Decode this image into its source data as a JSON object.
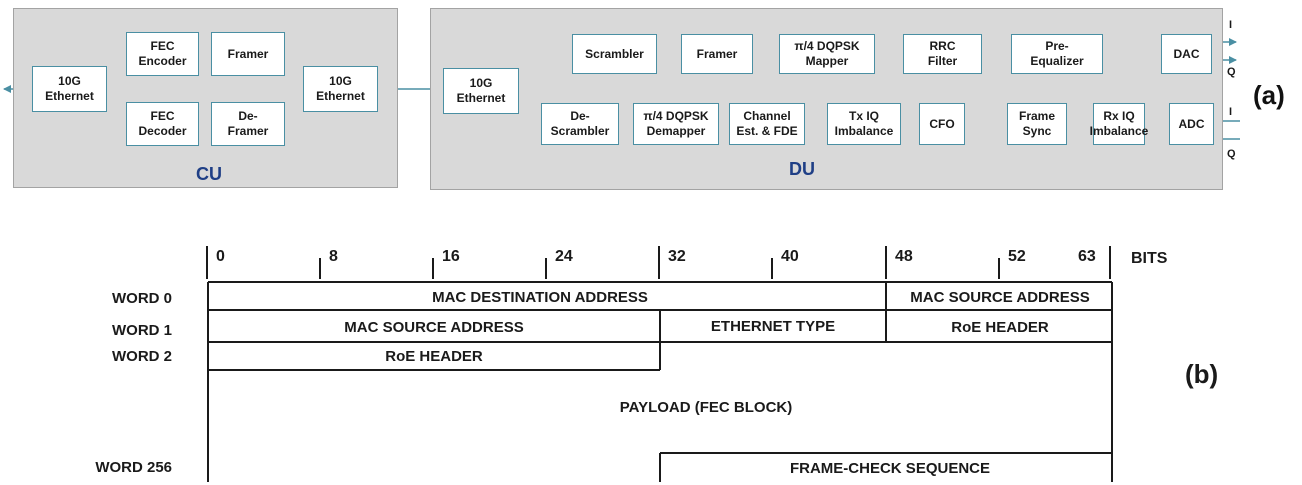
{
  "part_a": {
    "label": "(a)",
    "cu": {
      "title": "CU",
      "blocks": {
        "eth_left": "10G\nEthernet",
        "fec_enc": "FEC\nEncoder",
        "framer": "Framer",
        "fec_dec": "FEC\nDecoder",
        "deframer": "De-\nFramer",
        "eth_right": "10G\nEthernet"
      }
    },
    "du": {
      "title": "DU",
      "blocks": {
        "eth": "10G\nEthernet",
        "scrambler": "Scrambler",
        "framer": "Framer",
        "mapper": "π/4 DQPSK\nMapper",
        "rrc": "RRC\nFilter",
        "preeq": "Pre-\nEqualizer",
        "dac": "DAC",
        "descrambler": "De-\nScrambler",
        "demapper": "π/4 DQPSK\nDemapper",
        "chest": "Channel\nEst. & FDE",
        "txiq": "Tx IQ\nImbalance",
        "cfo": "CFO",
        "fsync": "Frame\nSync",
        "rxiq": "Rx IQ\nImbalance",
        "adc": "ADC"
      },
      "io": {
        "dac_i": "I",
        "dac_q": "Q",
        "adc_i": "I",
        "adc_q": "Q"
      }
    }
  },
  "part_b": {
    "label": "(b)",
    "bits_label": "BITS",
    "bit_ticks": [
      "0",
      "8",
      "16",
      "24",
      "32",
      "40",
      "48",
      "52",
      "63"
    ],
    "word_labels": [
      "WORD 0",
      "WORD 1",
      "WORD 2",
      "WORD 256"
    ],
    "fields": {
      "mac_dest": "MAC DESTINATION ADDRESS",
      "mac_src_w0": "MAC SOURCE ADDRESS",
      "mac_src_w1": "MAC SOURCE ADDRESS",
      "eth_type": "ETHERNET TYPE",
      "roe_w1": "RoE HEADER",
      "roe_w2": "RoE HEADER",
      "payload": "PAYLOAD (FEC BLOCK)",
      "fcs": "FRAME-CHECK SEQUENCE"
    }
  },
  "colors": {
    "panel": "#d9d9d9",
    "block_border": "#4a8fa3",
    "arrow": "#4a8fa3",
    "panel_title": "#1f3f86"
  }
}
